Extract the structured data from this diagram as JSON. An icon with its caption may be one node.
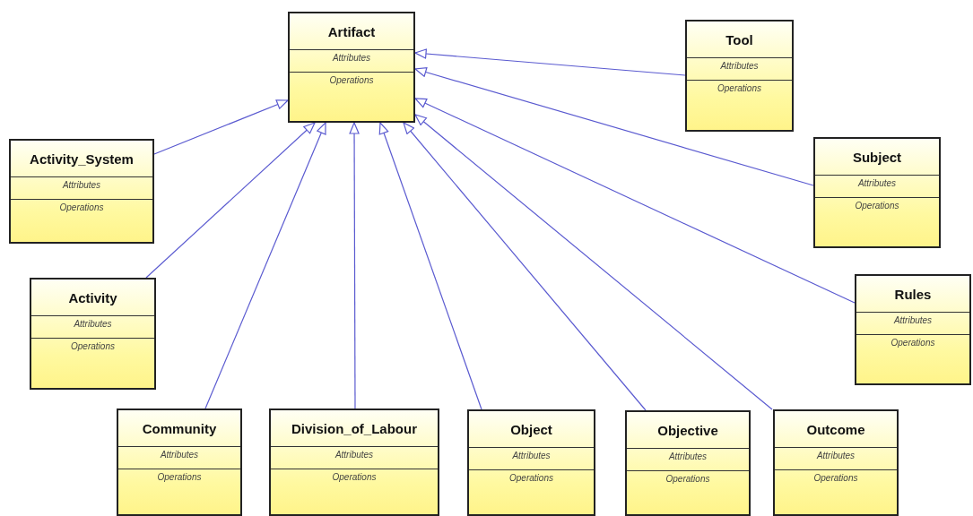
{
  "diagram": {
    "nodes": [
      {
        "text": [
          "Artifact",
          "Attributes",
          "Operations"
        ]
      },
      {
        "text": [
          "Tool",
          "Attributes",
          "Operations"
        ]
      },
      {
        "text": [
          "Activity_System",
          "Attributes",
          "Operations"
        ]
      },
      {
        "text": [
          "Subject",
          "Attributes",
          "Operations"
        ]
      },
      {
        "text": [
          "Activity",
          "Attributes",
          "Operations"
        ]
      },
      {
        "text": [
          "Rules",
          "Attributes",
          "Operations"
        ]
      },
      {
        "text": [
          "Community",
          "Attributes",
          "Operations"
        ]
      },
      {
        "text": [
          "Division_of_Labour",
          "Attributes",
          "Operations"
        ]
      },
      {
        "text": [
          "Object",
          "Attributes",
          "Operations"
        ]
      },
      {
        "text": [
          "Objective",
          "Attributes",
          "Operations"
        ]
      },
      {
        "text": [
          "Outcome",
          "Attributes",
          "Operations"
        ]
      }
    ],
    "edges": [
      {
        "from": 1,
        "to": 0,
        "arrow": "to"
      },
      {
        "from": 2,
        "to": 0,
        "arrow": "to"
      },
      {
        "from": 3,
        "to": 0,
        "arrow": "to"
      },
      {
        "from": 4,
        "to": 0,
        "arrow": "to"
      },
      {
        "from": 5,
        "to": 0,
        "arrow": "to"
      },
      {
        "from": 6,
        "to": 0,
        "arrow": "to"
      },
      {
        "from": 7,
        "to": 0,
        "arrow": "to"
      },
      {
        "from": 8,
        "to": 0,
        "arrow": "to"
      },
      {
        "from": 9,
        "to": 0,
        "arrow": "to"
      },
      {
        "from": 10,
        "to": 0,
        "arrow": "to"
      }
    ]
  }
}
